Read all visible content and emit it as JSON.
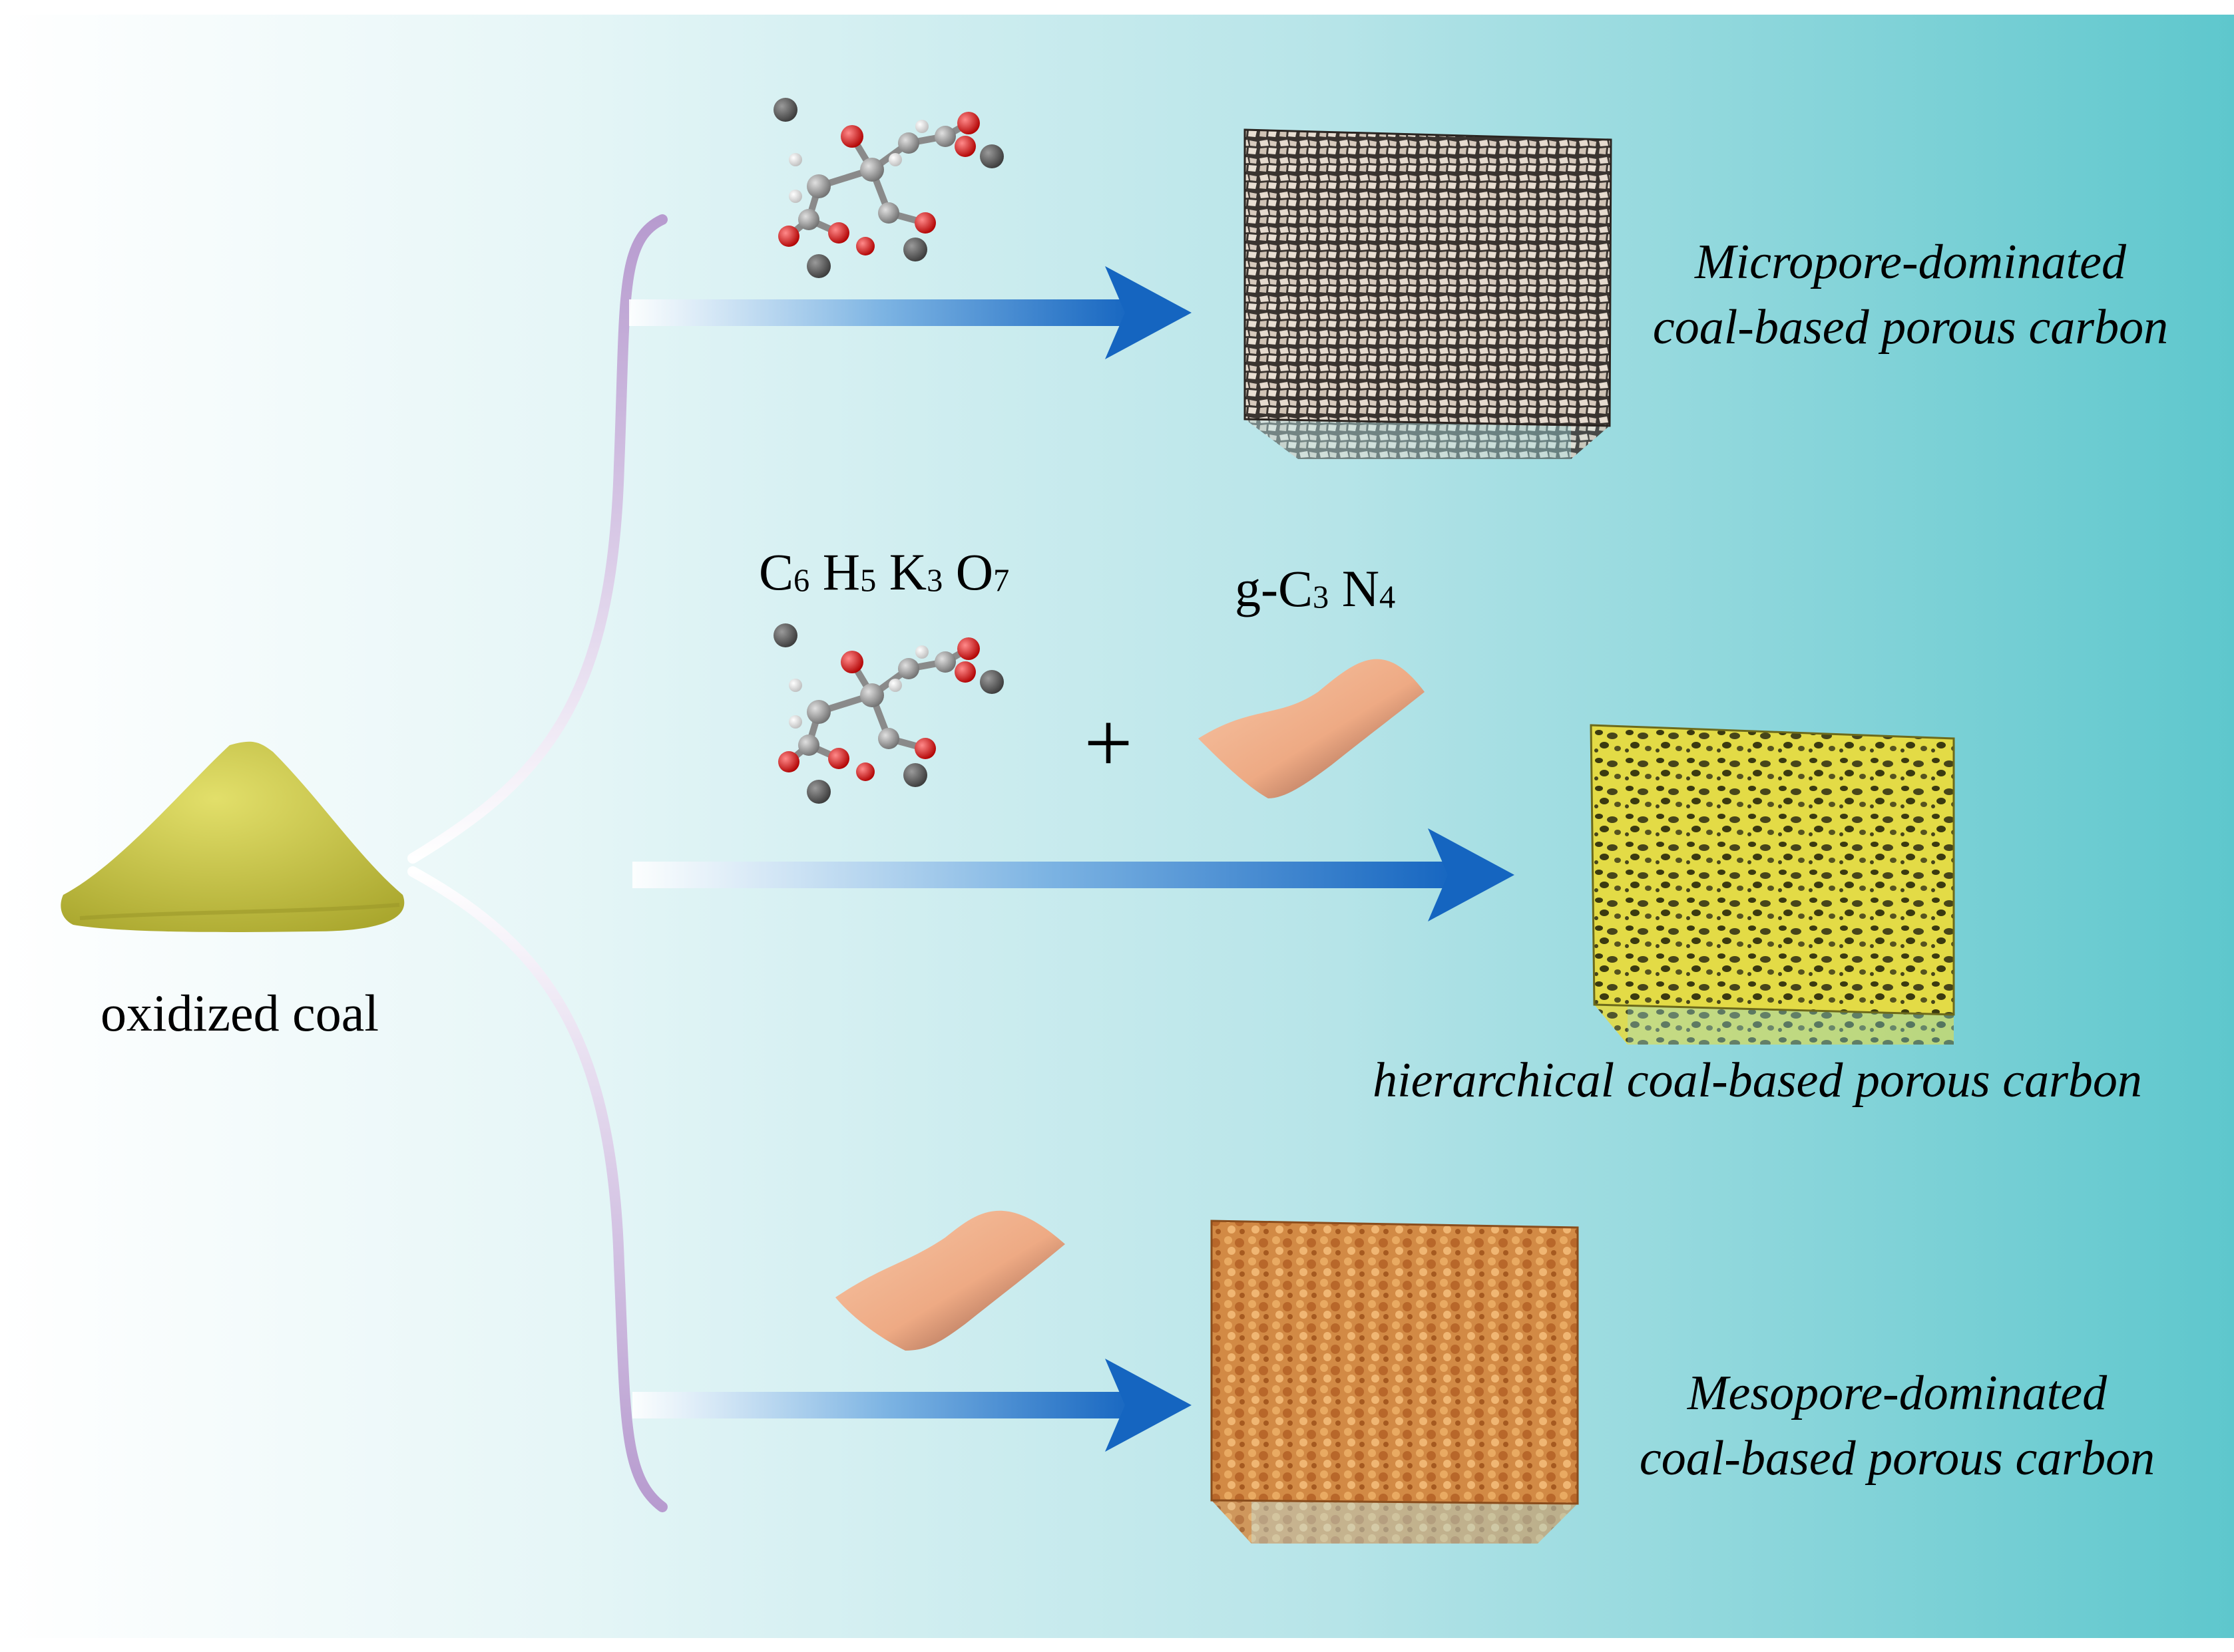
{
  "source": {
    "label": "oxidized coal",
    "color": "#c9c744"
  },
  "reagents": {
    "potassium_citrate": {
      "formula_parts": [
        {
          "text": "C",
          "sub": "6"
        },
        {
          "text": "H",
          "sub": "5"
        },
        {
          "text": "K",
          "sub": "3"
        },
        {
          "text": "O",
          "sub": "7"
        }
      ],
      "formula": "C6H5K3O7"
    },
    "carbon_nitride": {
      "formula_parts": [
        {
          "text": "g-C",
          "sub": "3"
        },
        {
          "text": "N",
          "sub": "4"
        }
      ],
      "formula": "g-C3N4",
      "sheet_color": "#f2b48f"
    },
    "plus_sign": "+"
  },
  "products": {
    "micropore": {
      "line1": "Micropore-dominated",
      "line2": "coal-based porous carbon",
      "cube_color": "#d9cfc4"
    },
    "hierarchical": {
      "line1": "hierarchical coal-based porous carbon",
      "cube_color": "#d9d23a"
    },
    "mesopore": {
      "line1": "Mesopore-dominated",
      "line2": "coal-based porous carbon",
      "cube_color": "#c87a3a"
    }
  },
  "colors": {
    "background_left": "#ffffff",
    "background_right": "#5ec7cd",
    "arrow": "#1874c8",
    "bracket": "#b79bcf",
    "atom_carbon": "#808080",
    "atom_oxygen": "#d01818",
    "atom_hydrogen": "#f0f0f0",
    "atom_potassium": "#5a5a5a"
  }
}
